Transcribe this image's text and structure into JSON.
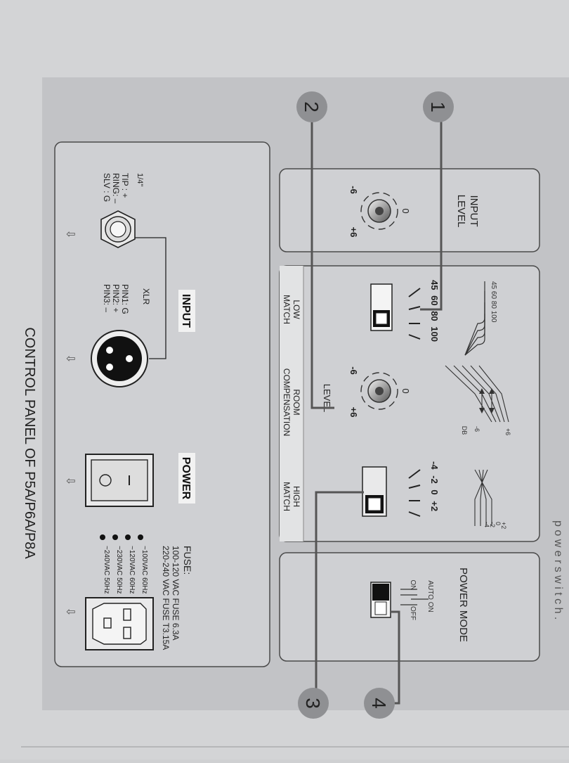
{
  "header": {
    "top_fragment": "p o w e r  s w i t c h ."
  },
  "callouts": [
    "1",
    "2",
    "3",
    "4"
  ],
  "input_level": {
    "title_line1": "INPUT",
    "title_line2": "LEVEL",
    "dial_min": "-6",
    "dial_mid": "0",
    "dial_max": "+6"
  },
  "low_match": {
    "graph_labels": "45 60 80 100",
    "options": [
      "45",
      "60",
      "80",
      "100"
    ],
    "label_line1": "LOW",
    "label_line2": "MATCH"
  },
  "room_compensation": {
    "db_plus": "+6",
    "db_minus": "-6",
    "db_unit": "DB",
    "dial_min": "-6",
    "dial_mid": "0",
    "dial_max": "+6",
    "level_label": "LEVEL",
    "label_line1": "ROOM",
    "label_line2": "COMPENSATION"
  },
  "high_match": {
    "graph_labels": [
      "+2",
      "0",
      "-2",
      "-4"
    ],
    "options": [
      "-4",
      "-2",
      "0",
      "+2"
    ],
    "label_line1": "HIGH",
    "label_line2": "MATCH"
  },
  "power_mode": {
    "title": "POWER MODE",
    "auto_on": "AUTO ON",
    "on": "ON",
    "off": "OFF"
  },
  "input_section": {
    "title": "INPUT",
    "jack_size": "1/4\"",
    "jack_pins": [
      "TIP  : +",
      "RING: –",
      "SLV  : G"
    ],
    "xlr_label": "XLR",
    "xlr_pins": [
      "PIN1: G",
      "PIN2: +",
      "PIN3: –"
    ]
  },
  "power_section": {
    "title": "POWER",
    "fuse_title": "FUSE:",
    "fuse_lines": [
      "100-120 VAC FUSE 6.3A",
      "220-240 VAC FUSE T3.15A"
    ],
    "voltages": [
      "~100VAC  60Hz",
      "~120VAC  60Hz",
      "~230VAC  50Hz",
      "~240VAC  50Hz"
    ]
  },
  "caption": "CONTROL PANEL OF P5A/P6A/P8A"
}
